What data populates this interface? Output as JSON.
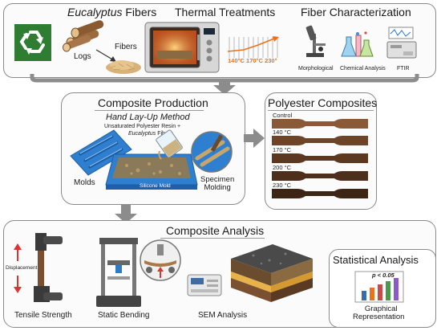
{
  "top": {
    "fibers_title_italic": "Eucalyptus",
    "fibers_title_rest": " Fibers",
    "thermal_title": "Thermal Treatments",
    "characterization_title": "Fiber Characterization",
    "logs_label": "Logs",
    "fibers_label": "Fibers",
    "temperatures": [
      "140°C",
      "170°C",
      "230°"
    ],
    "char_labels": [
      "Morphological",
      "Chemical Analysis",
      "FTIR"
    ]
  },
  "production": {
    "title": "Composite Production",
    "method": "Hand Lay-Up Method",
    "resin_line1": "Unsaturated Polyester Resin +",
    "resin_line2_italic": "Eucalyptus",
    "resin_line2_rest": " Fibers",
    "molds_label": "Molds",
    "silicone_label": "Silicone Mold",
    "specimen_label_1": "Specimen",
    "specimen_label_2": "Molding"
  },
  "composites": {
    "title": "Polyester Composites",
    "samples": [
      "Control",
      "140 °C",
      "170 °C",
      "200 °C",
      "230 °C"
    ]
  },
  "analysis": {
    "title": "Composite Analysis",
    "displacement_label": "Displacement",
    "tensile_label": "Tensile Strength",
    "bending_label": "Static Bending",
    "sem_label": "SEM Analysis"
  },
  "statistical": {
    "title": "Statistical Analysis",
    "p_value": "p < 0.05",
    "graph_label_1": "Graphical",
    "graph_label_2": "Representation"
  },
  "colors": {
    "recycle_green": "#2e7d32",
    "arrow_gray": "#8c8c8c",
    "mold_blue": "#2f7fd1",
    "composite_brown": "#5a3a22",
    "temp_orange": "#e8731e"
  }
}
